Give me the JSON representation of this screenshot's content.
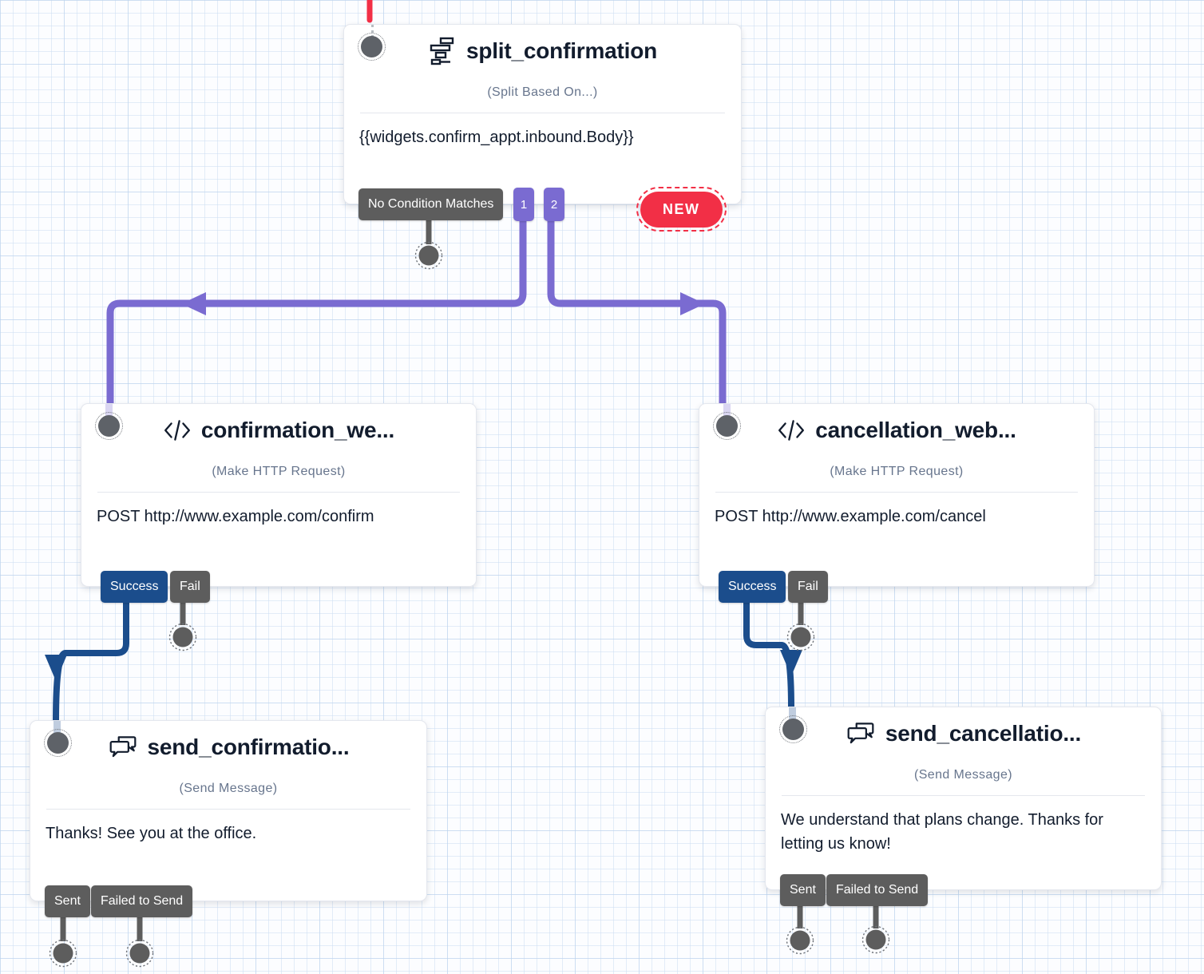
{
  "colors": {
    "purple": "#7A6BD1",
    "navy": "#1B4D8C",
    "gray": "#5D5D5D",
    "red": "#F22F46",
    "ink": "#121C2D",
    "muted": "#67758D"
  },
  "widgets": {
    "split": {
      "icon": "split-icon",
      "title": "split_confirmation",
      "type_label": "(Split Based On...)",
      "body": "{{widgets.confirm_appt.inbound.Body}}",
      "transitions": {
        "no_match": "No Condition Matches",
        "match_1": "1",
        "match_2": "2"
      },
      "new_badge": "NEW"
    },
    "confirmation_webhook": {
      "icon": "code-icon",
      "title": "confirmation_we...",
      "type_label": "(Make HTTP Request)",
      "body": "POST http://www.example.com/confirm",
      "transitions": {
        "success": "Success",
        "fail": "Fail"
      }
    },
    "cancellation_webhook": {
      "icon": "code-icon",
      "title": "cancellation_web...",
      "type_label": "(Make HTTP Request)",
      "body": "POST http://www.example.com/cancel",
      "transitions": {
        "success": "Success",
        "fail": "Fail"
      }
    },
    "send_confirmation": {
      "icon": "chat-icon",
      "title": "send_confirmatio...",
      "type_label": "(Send Message)",
      "body": "Thanks! See you at the office.",
      "transitions": {
        "sent": "Sent",
        "failed": "Failed to Send"
      }
    },
    "send_cancellation": {
      "icon": "chat-icon",
      "title": "send_cancellatio...",
      "type_label": "(Send Message)",
      "body": "We understand that plans change. Thanks for letting us know!",
      "transitions": {
        "sent": "Sent",
        "failed": "Failed to Send"
      }
    }
  }
}
